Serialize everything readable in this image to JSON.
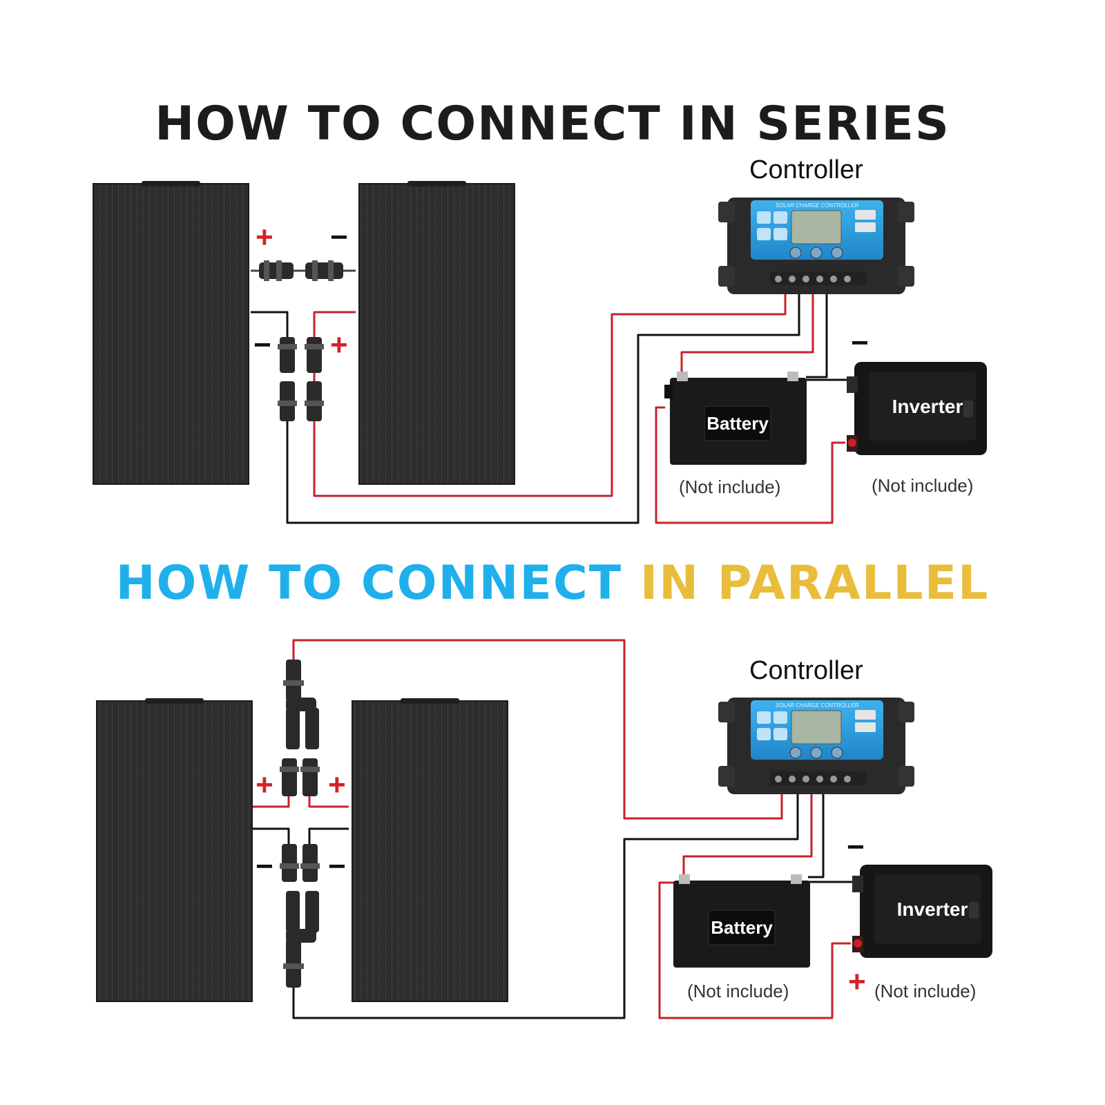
{
  "titles": {
    "series": "HOW TO CONNECT IN SERIES",
    "parallel_part1": "HOW TO CONNECT ",
    "parallel_part2": "IN PARALLEL"
  },
  "labels": {
    "controller": "Controller",
    "battery": "Battery",
    "inverter": "Inverter",
    "not_include": "(Not include)",
    "controller_header": "SOLAR CHARGE CONTROLLER",
    "plus": "+",
    "minus": "−"
  },
  "colors": {
    "positive_wire": "#c8202a",
    "negative_wire": "#111111",
    "panel": "#2b2b2b",
    "controller_face": "#2f9fe0",
    "title_series": "#1c1c1c",
    "title_parallel_blue": "#1fb0ec",
    "title_parallel_gold": "#e9bd3c"
  }
}
